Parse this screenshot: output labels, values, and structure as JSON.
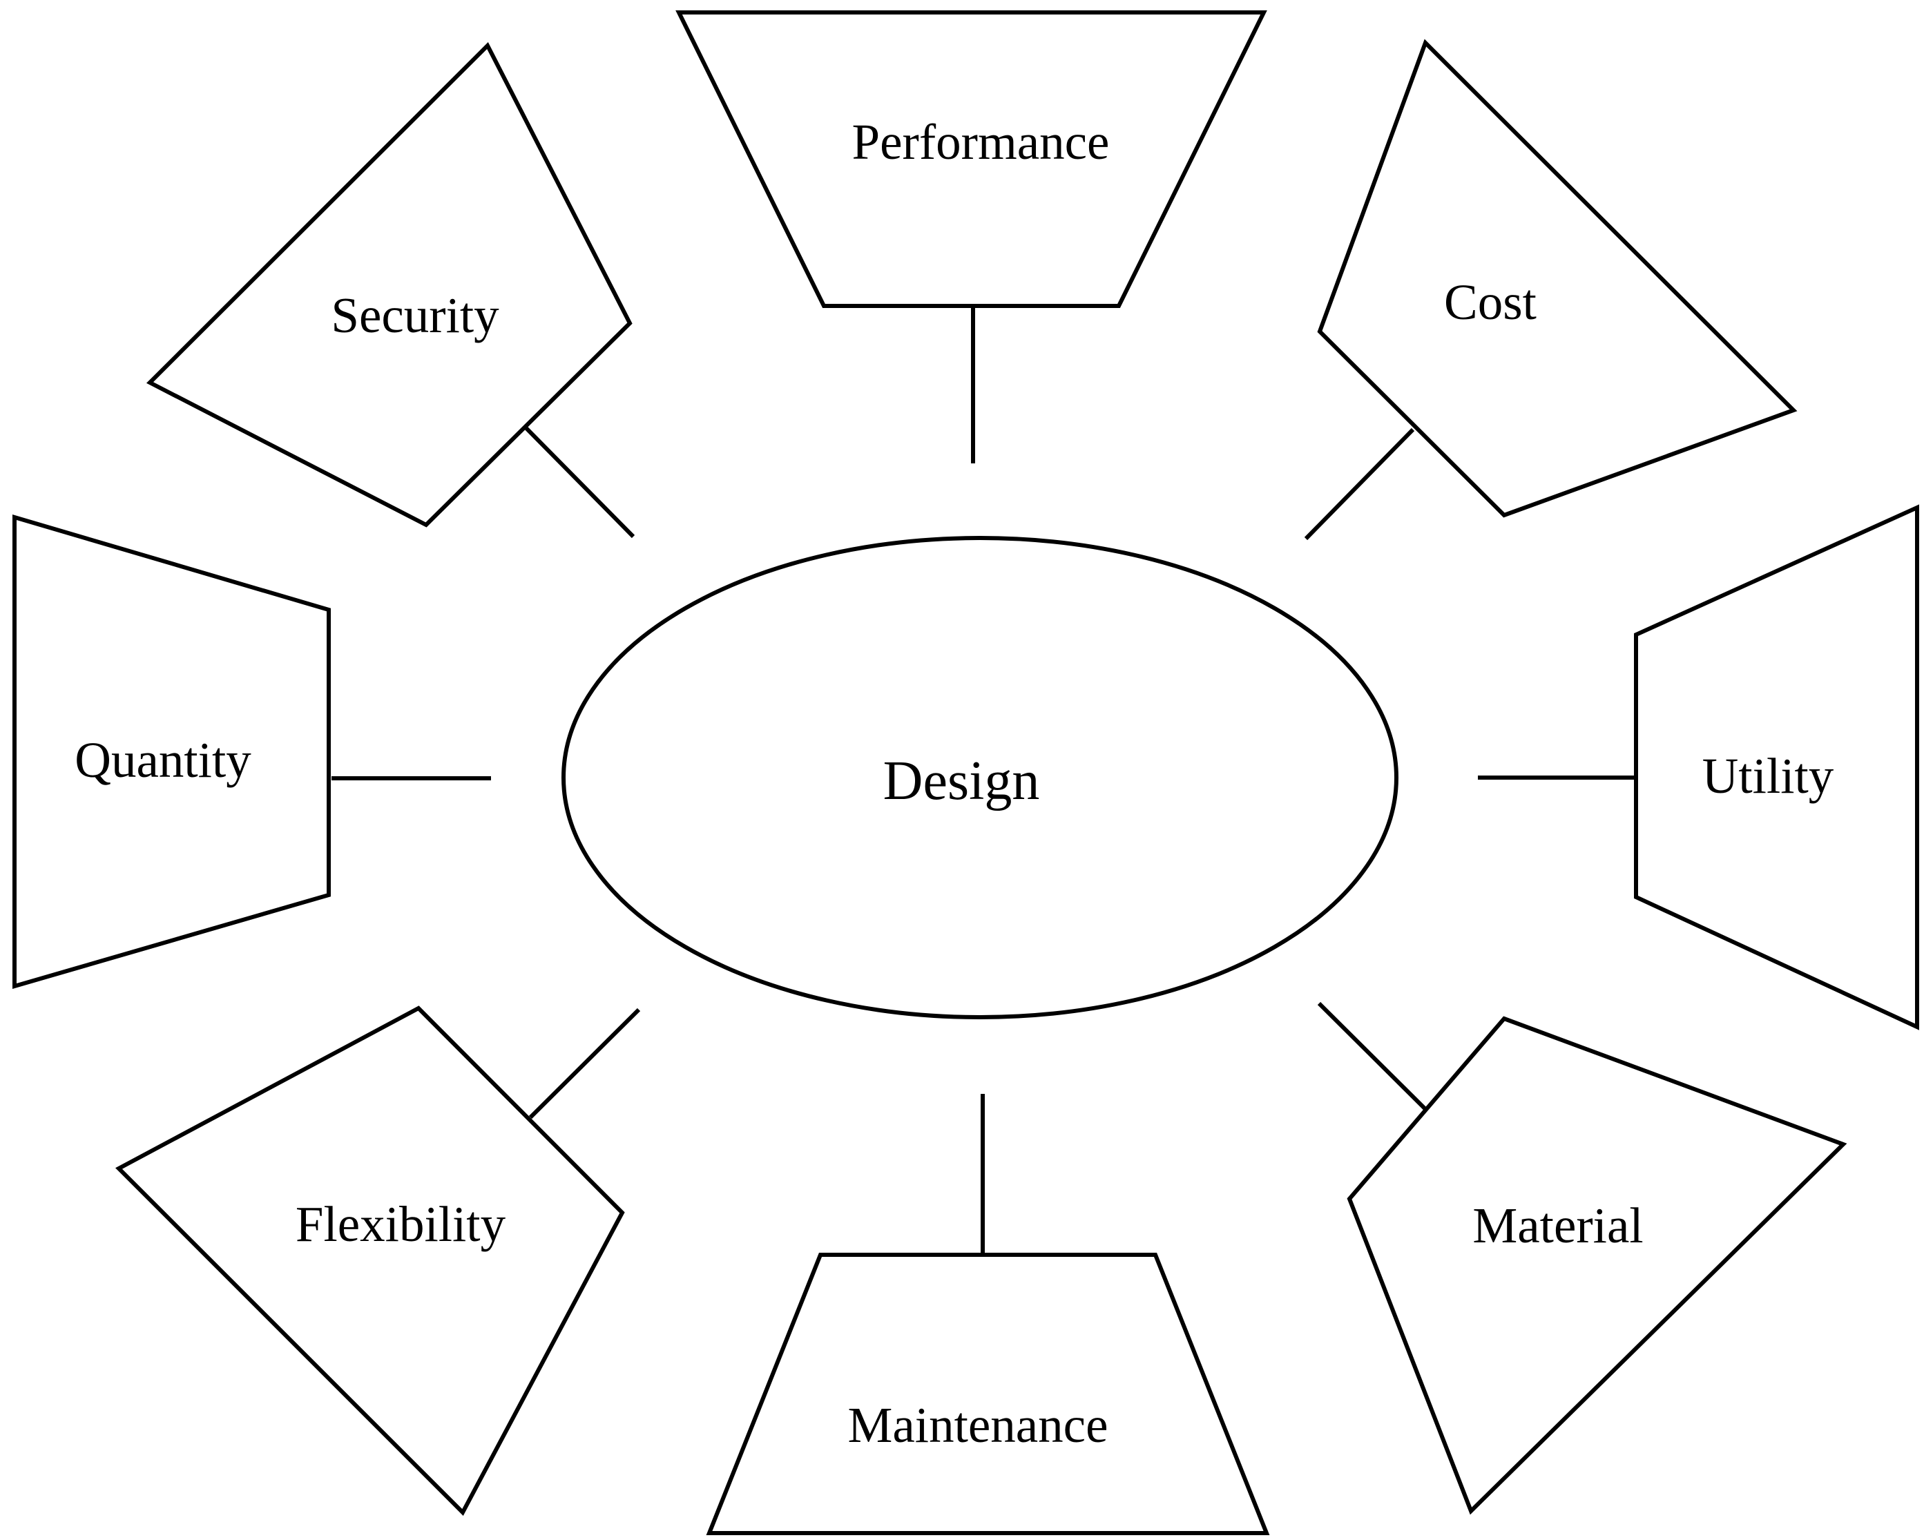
{
  "diagram": {
    "center": {
      "label": "Design"
    },
    "nodes": {
      "performance": {
        "label": "Performance"
      },
      "cost": {
        "label": "Cost"
      },
      "utility": {
        "label": "Utility"
      },
      "material": {
        "label": "Material"
      },
      "maintenance": {
        "label": "Maintenance"
      },
      "flexibility": {
        "label": "Flexibility"
      },
      "quantity": {
        "label": "Quantity"
      },
      "security": {
        "label": "Security"
      }
    }
  }
}
